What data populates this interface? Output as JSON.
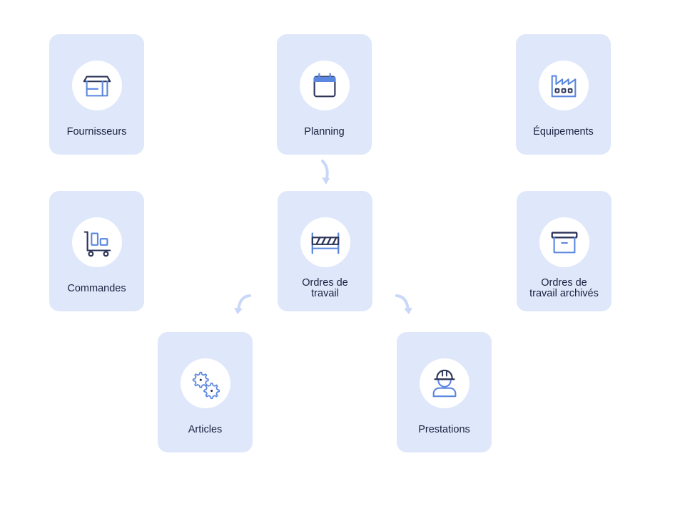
{
  "colors": {
    "card_bg": "#dfe7fa",
    "icon_dark": "#2b3358",
    "icon_accent": "#5b87e0",
    "arrow": "#c9d8f8",
    "text": "#1b2140"
  },
  "cards": {
    "fournisseurs": {
      "label": "Fournisseurs",
      "icon": "store-icon"
    },
    "planning": {
      "label": "Planning",
      "icon": "calendar-icon"
    },
    "equipements": {
      "label": "Équipements",
      "icon": "factory-icon"
    },
    "commandes": {
      "label": "Commandes",
      "icon": "hand-truck-icon"
    },
    "ordres_de_travail": {
      "label_line1": "Ordres de",
      "label_line2": "travail",
      "icon": "barrier-icon"
    },
    "ordres_archives": {
      "label_line1": "Ordres de",
      "label_line2": "travail archivés",
      "icon": "archive-box-icon"
    },
    "articles": {
      "label": "Articles",
      "icon": "gears-icon"
    },
    "prestations": {
      "label": "Prestations",
      "icon": "worker-helmet-icon"
    }
  },
  "arrows": [
    {
      "from": "Planning",
      "to": "Ordres de travail"
    },
    {
      "from": "Ordres de travail",
      "to": "Articles"
    },
    {
      "from": "Ordres de travail",
      "to": "Prestations"
    }
  ]
}
